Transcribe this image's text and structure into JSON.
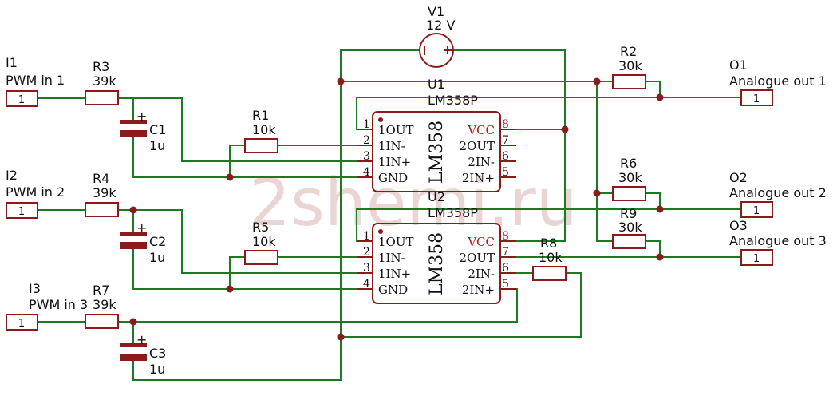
{
  "watermark": "2shemi.ru",
  "supply": {
    "name": "V1",
    "value": "12 V"
  },
  "inputs": [
    {
      "ref": "I1",
      "desc": "PWM in 1",
      "pin": "1"
    },
    {
      "ref": "I2",
      "desc": "PWM in 2",
      "pin": "1"
    },
    {
      "ref": "I3",
      "desc": "PWM in 3",
      "pin": "1"
    }
  ],
  "outputs": [
    {
      "ref": "O1",
      "desc": "Analogue out 1",
      "pin": "1"
    },
    {
      "ref": "O2",
      "desc": "Analogue out 2",
      "pin": "1"
    },
    {
      "ref": "O3",
      "desc": "Analogue out 3",
      "pin": "1"
    }
  ],
  "resistors": {
    "R1": {
      "name": "R1",
      "value": "10k"
    },
    "R2": {
      "name": "R2",
      "value": "30k"
    },
    "R3": {
      "name": "R3",
      "value": "39k"
    },
    "R4": {
      "name": "R4",
      "value": "39k"
    },
    "R5": {
      "name": "R5",
      "value": "10k"
    },
    "R6": {
      "name": "R6",
      "value": "30k"
    },
    "R7": {
      "name": "R7",
      "value": "39k"
    },
    "R8": {
      "name": "R8",
      "value": "10k"
    },
    "R9": {
      "name": "R9",
      "value": "30k"
    }
  },
  "capacitors": {
    "C1": {
      "name": "C1",
      "value": "1u",
      "polarity": "+"
    },
    "C2": {
      "name": "C2",
      "value": "1u",
      "polarity": "+"
    },
    "C3": {
      "name": "C3",
      "value": "1u",
      "polarity": "+"
    }
  },
  "chips": {
    "U1": {
      "ref": "U1",
      "part": "LM358P",
      "body": "LM358",
      "left_pins": [
        {
          "num": "1",
          "name": "1OUT"
        },
        {
          "num": "2",
          "name": "1IN-"
        },
        {
          "num": "3",
          "name": "1IN+"
        },
        {
          "num": "4",
          "name": "GND"
        }
      ],
      "right_pins": [
        {
          "num": "8",
          "name": "VCC",
          "highlight": true
        },
        {
          "num": "7",
          "name": "2OUT"
        },
        {
          "num": "6",
          "name": "2IN-"
        },
        {
          "num": "5",
          "name": "2IN+"
        }
      ]
    },
    "U2": {
      "ref": "U2",
      "part": "LM358P",
      "body": "LM358",
      "left_pins": [
        {
          "num": "1",
          "name": "1OUT"
        },
        {
          "num": "2",
          "name": "1IN-"
        },
        {
          "num": "3",
          "name": "1IN+"
        },
        {
          "num": "4",
          "name": "GND"
        }
      ],
      "right_pins": [
        {
          "num": "8",
          "name": "VCC",
          "highlight": true
        },
        {
          "num": "7",
          "name": "2OUT"
        },
        {
          "num": "6",
          "name": "2IN-"
        },
        {
          "num": "5",
          "name": "2IN+"
        }
      ]
    }
  },
  "colors": {
    "wire": "#1c7a25",
    "part": "#8b1a1a",
    "highlight": "#b01818"
  }
}
